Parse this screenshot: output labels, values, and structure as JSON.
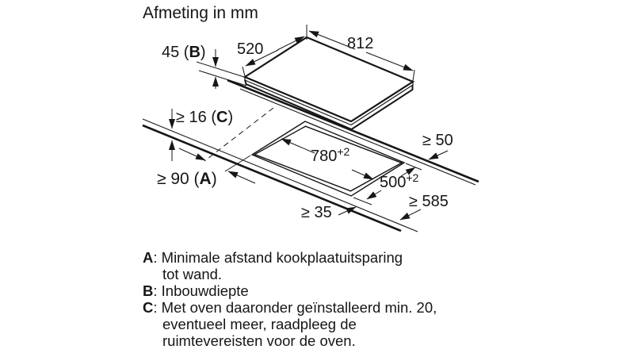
{
  "title": "Afmeting in mm",
  "diagram": {
    "dims": {
      "hob_width": "520",
      "hob_length": "812",
      "build_in_depth": {
        "pre": "45 (",
        "letter": "B",
        "post": ")"
      },
      "worktop_thickness": {
        "pre": "≥ 16 (",
        "letter": "C",
        "post": ")"
      },
      "wall_distance": {
        "pre": "≥ 90 (",
        "letter": "A",
        "post": ")"
      },
      "cutout_length": {
        "value": "780",
        "sup": "+2"
      },
      "cutout_width": {
        "value": "500",
        "sup": "+2"
      },
      "back_clearance": "≥ 50",
      "front_clearance": "≥ 35",
      "min_worktop_depth": "≥ 585"
    }
  },
  "legend": [
    {
      "letter": "A",
      "sep": ": ",
      "lines": [
        "Minimale afstand kookplaatuitsparing",
        "tot wand."
      ]
    },
    {
      "letter": "B",
      "sep": ": ",
      "lines": [
        "Inbouwdiepte"
      ]
    },
    {
      "letter": "C",
      "sep": ": ",
      "lines": [
        "Met oven daaronder geïnstalleerd min. 20,",
        "eventueel meer, raadpleeg de",
        "ruimtevereisten voor de oven."
      ]
    }
  ],
  "colors": {
    "line": "#161616",
    "background": "#ffffff"
  }
}
